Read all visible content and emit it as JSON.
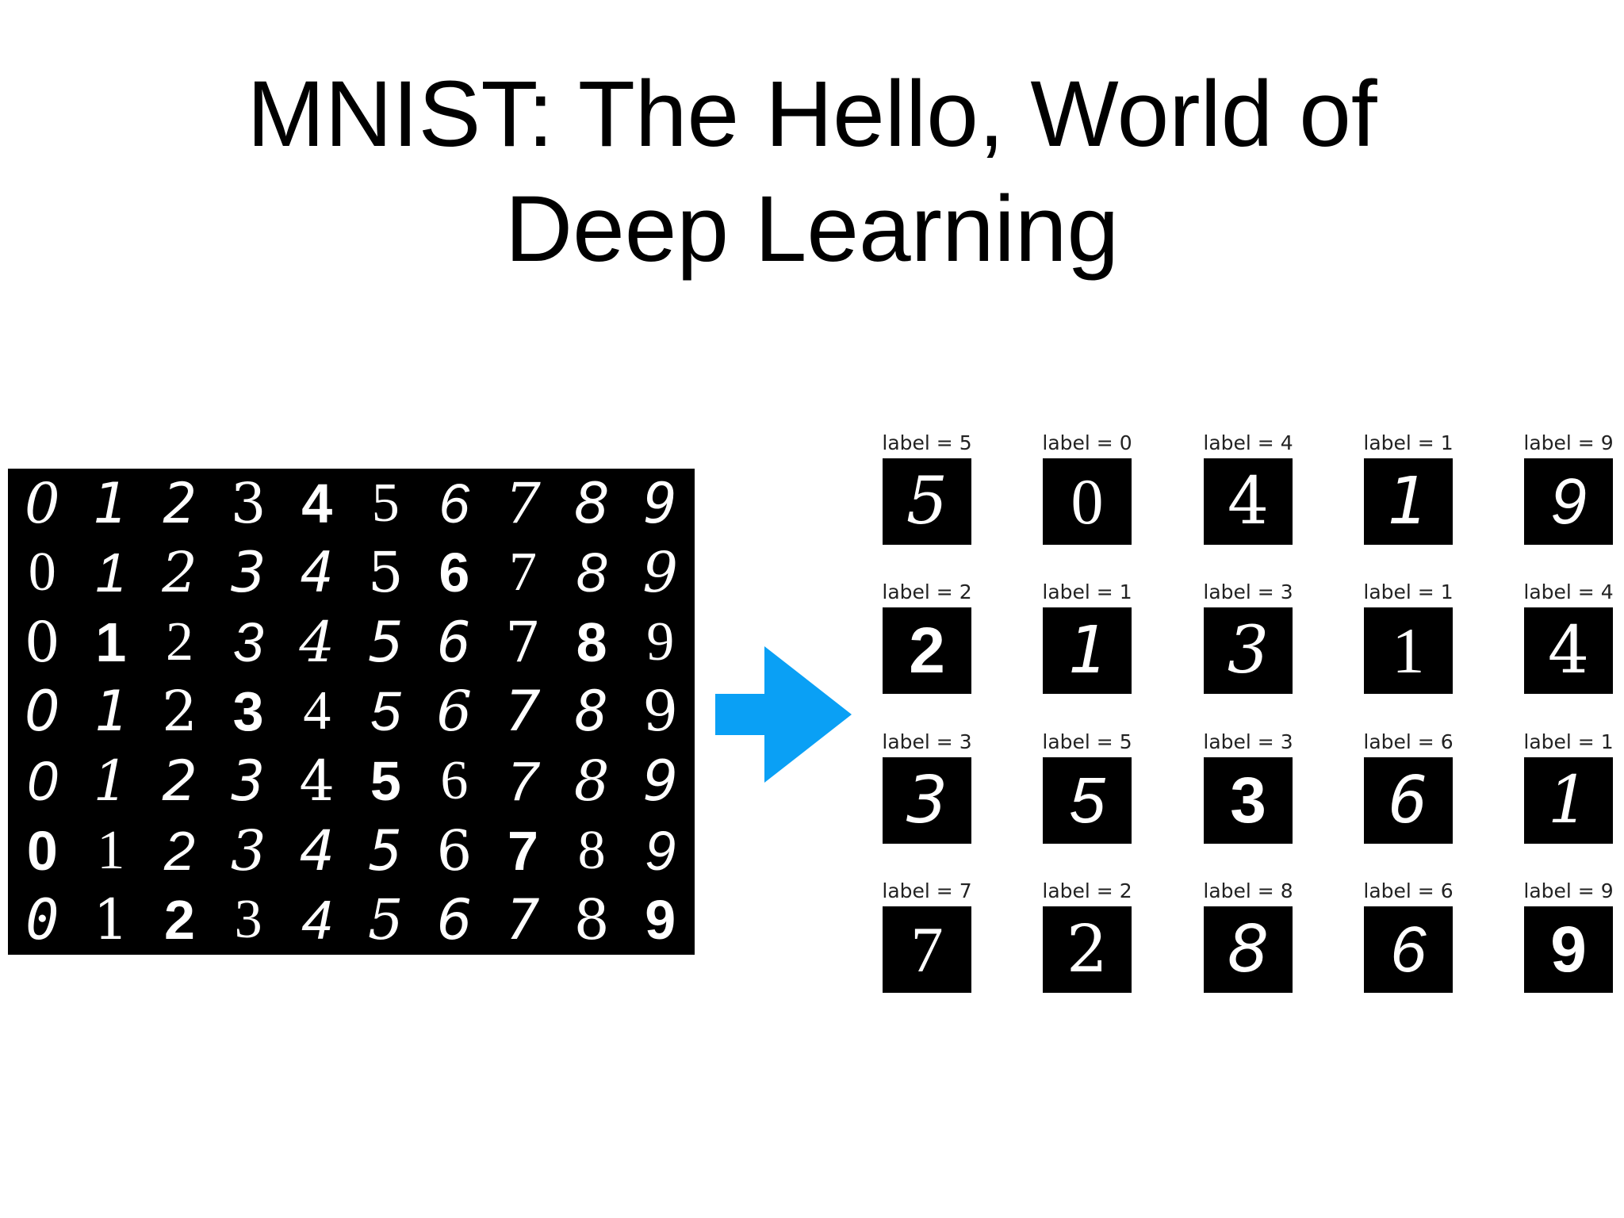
{
  "title": {
    "line1": "MNIST: The Hello, World of",
    "line2": "Deep Learning"
  },
  "digit_grid": {
    "rows": [
      [
        "0",
        "1",
        "2",
        "3",
        "4",
        "5",
        "6",
        "7",
        "8",
        "9"
      ],
      [
        "0",
        "1",
        "2",
        "3",
        "4",
        "5",
        "6",
        "7",
        "8",
        "9"
      ],
      [
        "0",
        "1",
        "2",
        "3",
        "4",
        "5",
        "6",
        "7",
        "8",
        "9"
      ],
      [
        "0",
        "1",
        "2",
        "3",
        "4",
        "5",
        "6",
        "7",
        "8",
        "9"
      ],
      [
        "0",
        "1",
        "2",
        "3",
        "4",
        "5",
        "6",
        "7",
        "8",
        "9"
      ],
      [
        "0",
        "1",
        "2",
        "3",
        "4",
        "5",
        "6",
        "7",
        "8",
        "9"
      ],
      [
        "0",
        "1",
        "2",
        "3",
        "4",
        "5",
        "6",
        "7",
        "8",
        "9"
      ]
    ]
  },
  "arrow": {
    "icon": "right-arrow-icon",
    "color": "#0aa0f5"
  },
  "samples": [
    {
      "label": "label = 5",
      "digit": "5"
    },
    {
      "label": "label = 0",
      "digit": "0"
    },
    {
      "label": "label = 4",
      "digit": "4"
    },
    {
      "label": "label = 1",
      "digit": "1"
    },
    {
      "label": "label = 9",
      "digit": "9"
    },
    {
      "label": "label = 2",
      "digit": "2"
    },
    {
      "label": "label = 1",
      "digit": "1"
    },
    {
      "label": "label = 3",
      "digit": "3"
    },
    {
      "label": "label = 1",
      "digit": "1"
    },
    {
      "label": "label = 4",
      "digit": "4"
    },
    {
      "label": "label = 3",
      "digit": "3"
    },
    {
      "label": "label = 5",
      "digit": "5"
    },
    {
      "label": "label = 3",
      "digit": "3"
    },
    {
      "label": "label = 6",
      "digit": "6"
    },
    {
      "label": "label = 1",
      "digit": "1"
    },
    {
      "label": "label = 7",
      "digit": "7"
    },
    {
      "label": "label = 2",
      "digit": "2"
    },
    {
      "label": "label = 8",
      "digit": "8"
    },
    {
      "label": "label = 6",
      "digit": "6"
    },
    {
      "label": "label = 9",
      "digit": "9"
    }
  ]
}
